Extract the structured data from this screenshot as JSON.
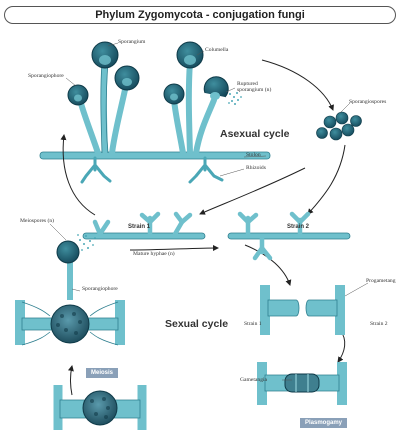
{
  "title": "Phylum Zygomycota - conjugation fungi",
  "labels": {
    "sporangium": "Sporangium",
    "columella": "Columella",
    "sporangiophore_top": "Sporangiophore",
    "ruptured": "Ruptured\nsporangium (n)",
    "sporangiospores": "Sporangiospores",
    "stolon": "Stolon",
    "rhizoids": "Rhizoids",
    "meiospores": "Meiospores (n)",
    "mature_hyphae": "Mature hyphae (n)",
    "sporangiophore_bottom": "Sporangiophore",
    "progametangia": "Progametang",
    "strain1_side": "Strain 1",
    "strain2_side": "Strain 2",
    "gametangia": "Gametangia"
  },
  "cycles": {
    "asexual": "Asexual cycle",
    "sexual": "Sexual cycle"
  },
  "strains": {
    "strain1": "Strain 1",
    "strain2": "Strain 2"
  },
  "badges": {
    "meiosis": "Meiosis",
    "plasmogamy": "Plasmogamy"
  },
  "colors": {
    "hypha": "#6fc0cc",
    "hypha_dark": "#2f7f8f",
    "sporangium": "#1f5d6d",
    "arrow": "#222222",
    "badge": "#8aa0b8"
  }
}
